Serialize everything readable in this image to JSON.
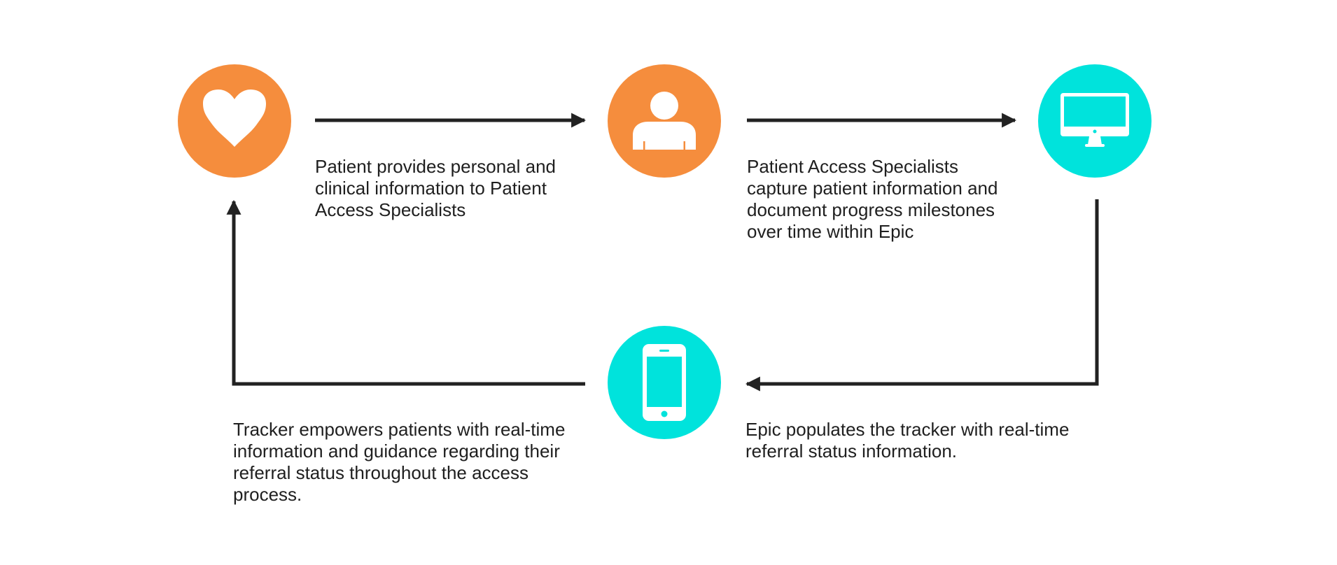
{
  "colors": {
    "orange": "#F58D3D",
    "cyan": "#00E3DC",
    "line": "#222222",
    "icon": "#FFFFFF"
  },
  "nodes": [
    {
      "id": "patient",
      "icon": "heart-icon",
      "color": "orange"
    },
    {
      "id": "specialist",
      "icon": "person-icon",
      "color": "orange"
    },
    {
      "id": "epic",
      "icon": "monitor-icon",
      "color": "cyan"
    },
    {
      "id": "tracker",
      "icon": "smartphone-icon",
      "color": "cyan"
    }
  ],
  "steps": [
    {
      "text": "Patient provides personal and\nclinical information to Patient\nAccess Specialists"
    },
    {
      "text": "Patient Access Specialists\ncapture patient information and\ndocument progress milestones\nover time within Epic"
    },
    {
      "text": "Epic populates the tracker with real-time\nreferral status information."
    },
    {
      "text": "Tracker empowers patients with real-time\ninformation and guidance regarding their\nreferral status throughout the access\nprocess."
    }
  ]
}
